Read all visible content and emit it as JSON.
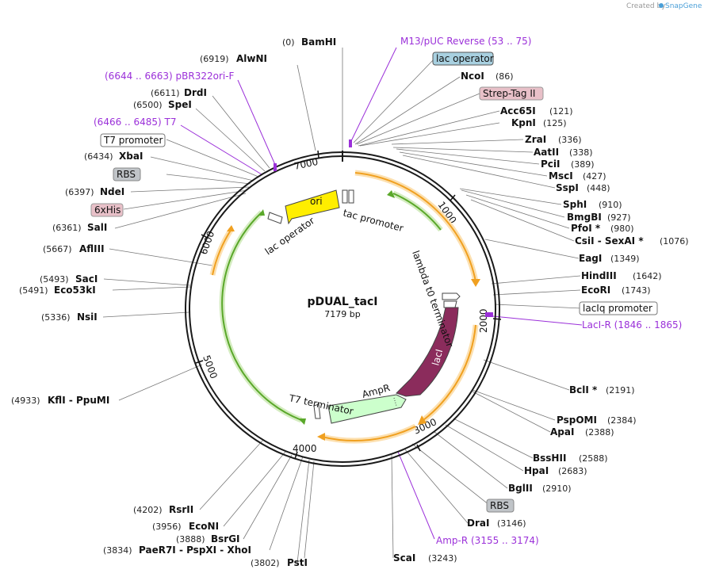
{
  "credit": {
    "text": "Created by",
    "brand": "SnapGene"
  },
  "plasmid": {
    "name": "pDUAL_tacI",
    "size": "7179 bp"
  },
  "ticks": [
    "1000",
    "2000",
    "3000",
    "4000",
    "5000",
    "6000",
    "7000"
  ],
  "left_labels": [
    {
      "pos": "(0)",
      "name": "BamHI"
    },
    {
      "pos": "(6919)",
      "name": "AlwNI"
    },
    {
      "primer": "(6644 .. 6663)  pBR322ori-F"
    },
    {
      "pos": "(6611)",
      "name": "DrdI"
    },
    {
      "pos": "(6500)",
      "name": "SpeI"
    },
    {
      "primer": "(6466 .. 6485)  T7"
    },
    {
      "box": "T7 promoter"
    },
    {
      "pos": "(6434)",
      "name": "XbaI"
    },
    {
      "box": "RBS"
    },
    {
      "pos": "(6397)",
      "name": "NdeI"
    },
    {
      "box": "6xHis"
    },
    {
      "pos": "(6361)",
      "name": "SalI"
    },
    {
      "pos": "(5667)",
      "name": "AflIII"
    },
    {
      "pos": "(5493)",
      "name": "SacI"
    },
    {
      "pos": "(5491)",
      "name": "Eco53kI"
    },
    {
      "pos": "(5336)",
      "name": "NsiI"
    },
    {
      "pos": "(4933)",
      "name": "KflI  -  PpuMI"
    },
    {
      "pos": "(4202)",
      "name": "RsrII"
    },
    {
      "pos": "(3956)",
      "name": "EcoNI"
    },
    {
      "pos": "(3888)",
      "name": "BsrGI"
    },
    {
      "pos": "(3834)",
      "name": "PaeR7I  -  PspXI  -  XhoI"
    },
    {
      "pos": "(3802)",
      "name": "PstI"
    }
  ],
  "right_labels": [
    {
      "primer": "M13/pUC Reverse   (53 .. 75)"
    },
    {
      "box": "lac operator"
    },
    {
      "name": "NcoI",
      "pos": "(86)"
    },
    {
      "box": "Strep-Tag II"
    },
    {
      "name": "Acc65I",
      "pos": "(121)"
    },
    {
      "name": "KpnI",
      "pos": "(125)"
    },
    {
      "name": "ZraI",
      "pos": "(336)"
    },
    {
      "name": "AatII",
      "pos": "(338)"
    },
    {
      "name": "PciI",
      "pos": "(389)"
    },
    {
      "name": "MscI",
      "pos": "(427)"
    },
    {
      "name": "SspI",
      "pos": "(448)"
    },
    {
      "name": "SphI",
      "pos": "(910)"
    },
    {
      "name": "BmgBI",
      "pos": "(927)"
    },
    {
      "name": "PfoI *",
      "pos": "(980)"
    },
    {
      "name": "CsiI  -  SexAI *",
      "pos": "(1076)"
    },
    {
      "name": "EagI",
      "pos": "(1349)"
    },
    {
      "name": "HindIII",
      "pos": "(1642)"
    },
    {
      "name": "EcoRI",
      "pos": "(1743)"
    },
    {
      "box": "lacIq promoter"
    },
    {
      "primer": "LacI-R   (1846 .. 1865)"
    },
    {
      "name": "BclI *",
      "pos": "(2191)"
    },
    {
      "name": "PspOMI",
      "pos": "(2384)"
    },
    {
      "name": "ApaI",
      "pos": "(2388)"
    },
    {
      "name": "BssHII",
      "pos": "(2588)"
    },
    {
      "name": "HpaI",
      "pos": "(2683)"
    },
    {
      "name": "BglII",
      "pos": "(2910)"
    },
    {
      "box": "RBS"
    },
    {
      "name": "DraI",
      "pos": "(3146)"
    },
    {
      "primer": "Amp-R   (3155 .. 3174)"
    },
    {
      "name": "ScaI",
      "pos": "(3243)"
    }
  ],
  "features": {
    "ori": "ori",
    "lacI": "lacI",
    "ampR": "AmpR",
    "tac_promoter": "tac promoter",
    "lac_operator": "lac operator",
    "lambda_terminator": "lambda t0 terminator",
    "t7_terminator": "T7 terminator"
  },
  "colors": {
    "backbone": "#1a1a1a",
    "ori": "#ffee00",
    "lacI": "#8b2c5c",
    "ampR": "#ccffcc",
    "orange_arc": "#f0a020",
    "green_arc": "#5aa82a",
    "primer": "#9b30d9",
    "box_blue": "#a8d0e0",
    "box_gray": "#c0c4c8",
    "box_pink": "#e8c0c8"
  }
}
